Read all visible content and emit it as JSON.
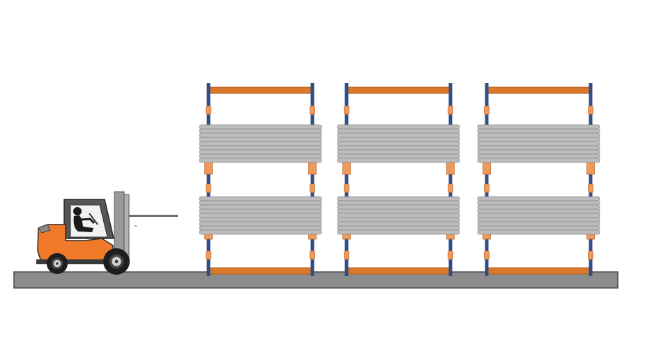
{
  "scene": {
    "background": "#ffffff",
    "rack_count": 3,
    "levels_per_rack": 2,
    "boards_per_stack": 9,
    "colors": {
      "floor_fill": "#8c8c8c",
      "floor_edge": "#4a4a4a",
      "upright": "#2f4f86",
      "beam": "#d8782c",
      "beam_edge": "#b55f1d",
      "connector": "#ee9a5c",
      "connector_edge": "#c06a28",
      "board_fill": "#bcbcbc",
      "board_edge": "#8a8a8a",
      "forklift_body": "#f07a2a",
      "forklift_body_edge": "#2a2a2a",
      "forklift_cab": "#555555",
      "forklift_mast": "#9a9a9a",
      "tire": "#1e1e1e",
      "hub": "#d0d0d0",
      "driver": "#1a1a1a"
    },
    "icons": [
      "forklift-icon",
      "cantilever-rack-icon",
      "board-stack-icon"
    ]
  }
}
